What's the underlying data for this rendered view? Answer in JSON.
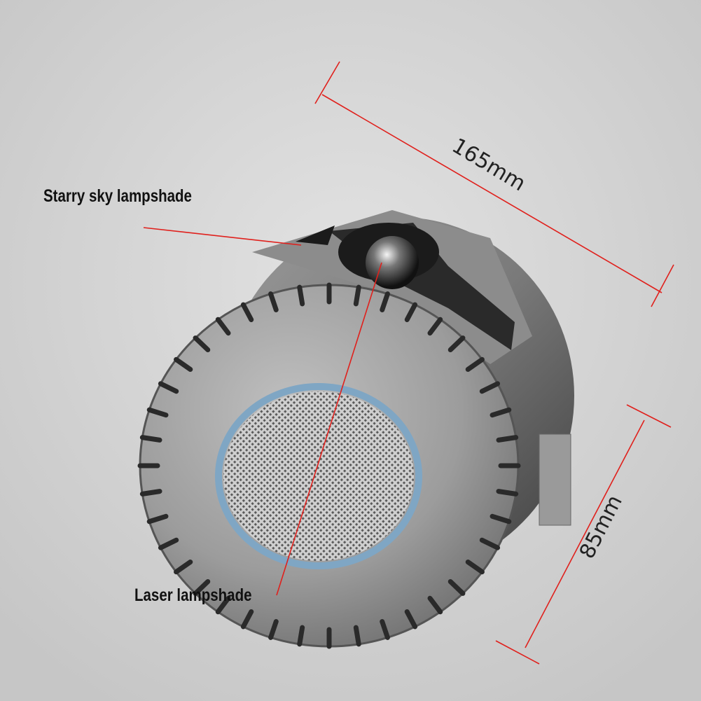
{
  "labels": {
    "starry": "Starry sky lampshade",
    "laser": "Laser lampshade"
  },
  "dimensions": {
    "width": "165mm",
    "height": "85mm"
  },
  "colors": {
    "dimension_line": "#e0201c",
    "grill_ring": "#7fa6c4",
    "background": "#d3d3d3"
  }
}
